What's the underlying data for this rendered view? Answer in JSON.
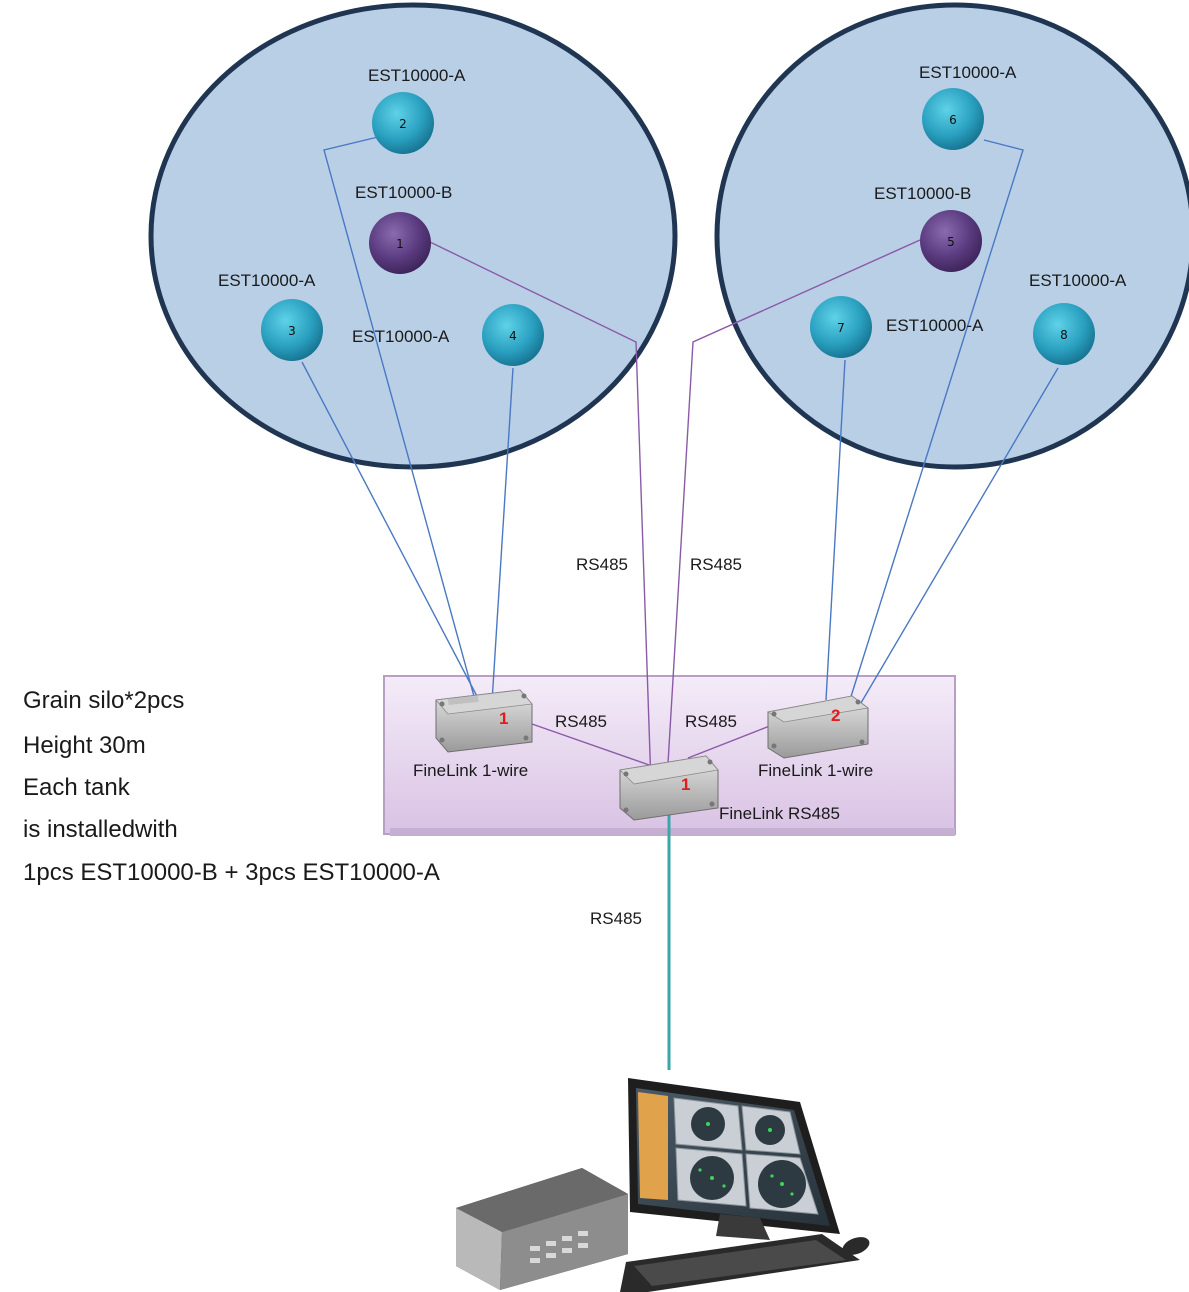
{
  "silos": {
    "left": {
      "sensors": [
        {
          "id": "2",
          "type_label": "EST10000-A",
          "kind": "A"
        },
        {
          "id": "1",
          "type_label": "EST10000-B",
          "kind": "B"
        },
        {
          "id": "3",
          "type_label": "EST10000-A",
          "kind": "A"
        },
        {
          "id": "4",
          "type_label": "EST10000-A",
          "kind": "A"
        }
      ]
    },
    "right": {
      "sensors": [
        {
          "id": "6",
          "type_label": "EST10000-A",
          "kind": "A"
        },
        {
          "id": "5",
          "type_label": "EST10000-B",
          "kind": "B"
        },
        {
          "id": "7",
          "type_label": "EST10000-A",
          "kind": "A"
        },
        {
          "id": "8",
          "type_label": "EST10000-A",
          "kind": "A"
        }
      ]
    }
  },
  "bus_labels": {
    "left_trunk": "RS485",
    "right_trunk": "RS485",
    "left_hub_link": "RS485",
    "right_hub_link": "RS485",
    "pc_link": "RS485"
  },
  "devices": {
    "finelink_1wire_left": {
      "name": "FineLink 1-wire",
      "badge": "1"
    },
    "finelink_1wire_right": {
      "name": "FineLink 1-wire",
      "badge": "2"
    },
    "finelink_rs485": {
      "name": "FineLink RS485",
      "badge": "1"
    }
  },
  "notes": [
    "Grain silo*2pcs",
    "Height 30m",
    "Each tank",
    "is installedwith",
    "1pcs EST10000-B + 3pcs EST10000-A"
  ],
  "colors": {
    "silo_fill": "#b8cfe6",
    "silo_stroke": "#1f3552",
    "sensor_a": "#2aa0c0",
    "sensor_b": "#5a3a7e",
    "line_1wire": "#4a78c2",
    "line_rs485": "#8a5aa8",
    "line_pc": "#3aa6a8",
    "panel_fill": "#e8d7ef",
    "badge": "#e31b1b"
  }
}
